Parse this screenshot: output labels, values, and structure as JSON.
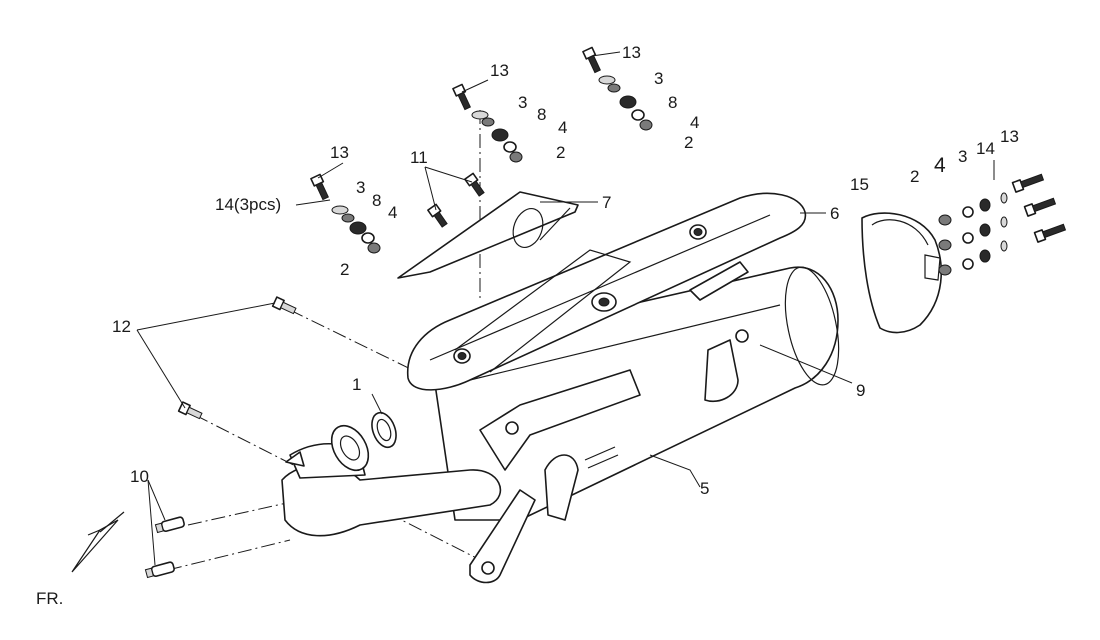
{
  "labels": {
    "exhaust_gasket": "1",
    "muffler": "5",
    "heat_shield_upper": "6",
    "heat_shield_small": "7",
    "end_cap_bracket": "9",
    "stud_bolts": "10",
    "shield_bolts": "11",
    "mount_bolts": "12",
    "end_cap": "15",
    "group_left": {
      "bolt": "13",
      "washer_note": "14(3pcs)",
      "washer": "3",
      "grommet": "8",
      "collar": "4",
      "nut": "2"
    },
    "group_mid": {
      "bolt": "13",
      "washer": "3",
      "grommet": "8",
      "collar": "4",
      "nut": "2"
    },
    "group_right": {
      "bolt": "13",
      "washer": "3",
      "grommet": "8",
      "collar": "4",
      "nut": "2"
    },
    "group_endcap": {
      "nut": "2",
      "collar": "4",
      "washer": "3",
      "washer_small": "14",
      "bolt": "13"
    },
    "front_direction": "FR."
  }
}
